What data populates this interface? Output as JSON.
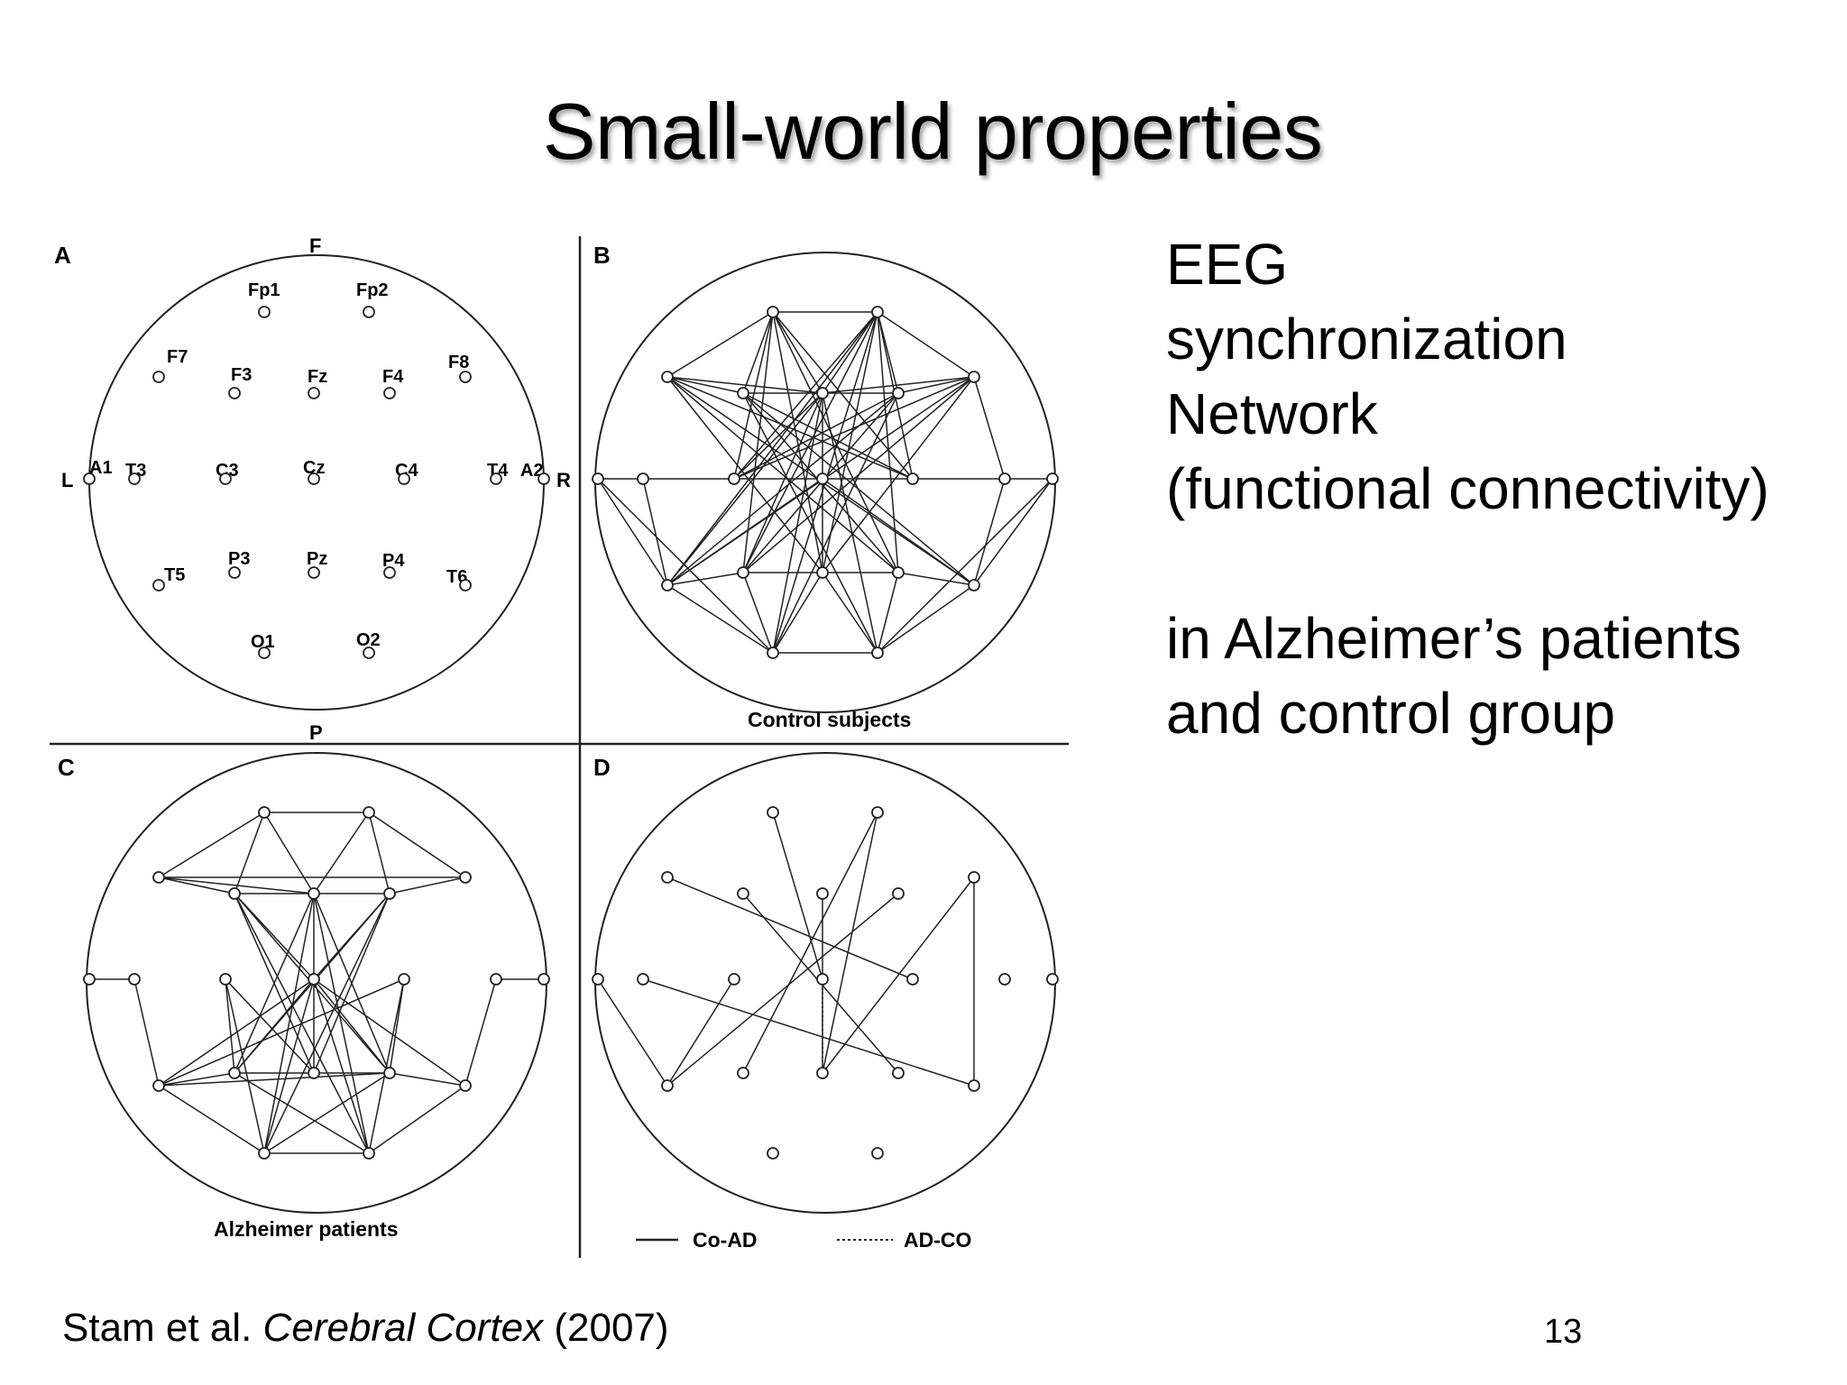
{
  "slide": {
    "title": "Small-world properties",
    "side_text": {
      "line1": "EEG",
      "line2": "synchronization",
      "line3": "Network",
      "line4": "(functional connectivity)",
      "line5": "in Alzheimer’s patients",
      "line6": "and control group"
    },
    "citation": {
      "authors": "Stam et al.",
      "journal": "Cerebral Cortex",
      "year": "(2007)"
    },
    "page_number": "13"
  },
  "figure": {
    "panel_labels": {
      "a": "A",
      "b": "B",
      "c": "C",
      "d": "D"
    },
    "orientation": {
      "front": "F",
      "back": "P",
      "left": "L",
      "right": "R"
    },
    "panel_b_caption": "Control subjects",
    "panel_c_caption": "Alzheimer patients",
    "legend": {
      "solid": "Co-AD",
      "dotted": "AD-CO"
    },
    "electrodes": [
      "Fp1",
      "Fp2",
      "F7",
      "F3",
      "Fz",
      "F4",
      "F8",
      "A1",
      "T3",
      "C3",
      "Cz",
      "C4",
      "T4",
      "A2",
      "T5",
      "P3",
      "Pz",
      "P4",
      "T6",
      "O1",
      "O2"
    ]
  }
}
